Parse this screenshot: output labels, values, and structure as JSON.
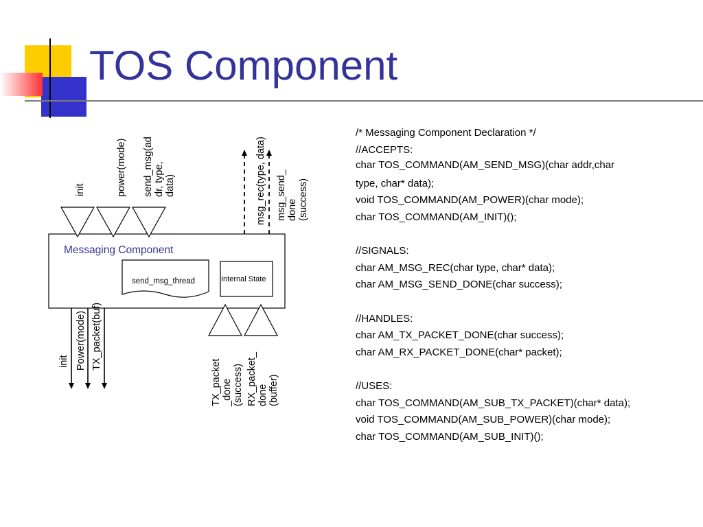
{
  "slide": {
    "title": "TOS Component"
  },
  "diagram": {
    "component_label": "Messaging Component",
    "thread_label": "send_msg_thread",
    "state_label": "Internal State",
    "accept_labels": {
      "init": "init",
      "power": "power(mode)",
      "send_msg": [
        "send_msg(ad",
        "dr, type,",
        "data)"
      ]
    },
    "signal_labels": {
      "msg_rec": "msg_rec(type, data)",
      "msg_send_done": [
        "msg_send_",
        "done",
        "(success)"
      ]
    },
    "uses_labels": {
      "init": "init",
      "power": "Power(mode)",
      "tx_packet": "TX_packet(buf)"
    },
    "handle_labels": {
      "tx_done": [
        "TX_packet",
        "_done",
        "(success)"
      ],
      "rx_done": [
        "RX_packet_",
        "done",
        "(buffer)"
      ]
    }
  },
  "code_lines": [
    "/* Messaging Component Declaration */",
    "//ACCEPTS:",
    "char TOS_COMMAND(AM_SEND_MSG)(char addr,char",
    "type, char* data);",
    "void TOS_COMMAND(AM_POWER)(char mode);",
    "char TOS_COMMAND(AM_INIT)();",
    "",
    "//SIGNALS:",
    "char AM_MSG_REC(char type, char* data);",
    "char AM_MSG_SEND_DONE(char success);",
    "",
    "//HANDLES:",
    "char AM_TX_PACKET_DONE(char success);",
    "char AM_RX_PACKET_DONE(char* packet);",
    "",
    "//USES:",
    "char TOS_COMMAND(AM_SUB_TX_PACKET)(char* data);",
    "void TOS_COMMAND(AM_SUB_POWER)(char mode);",
    "char TOS_COMMAND(AM_SUB_INIT)();"
  ],
  "colors": {
    "title": "#333399",
    "component_label": "#333399",
    "deco_yellow": "#ffcc00",
    "deco_blue": "#3333cc",
    "deco_red": "#ff3333"
  }
}
